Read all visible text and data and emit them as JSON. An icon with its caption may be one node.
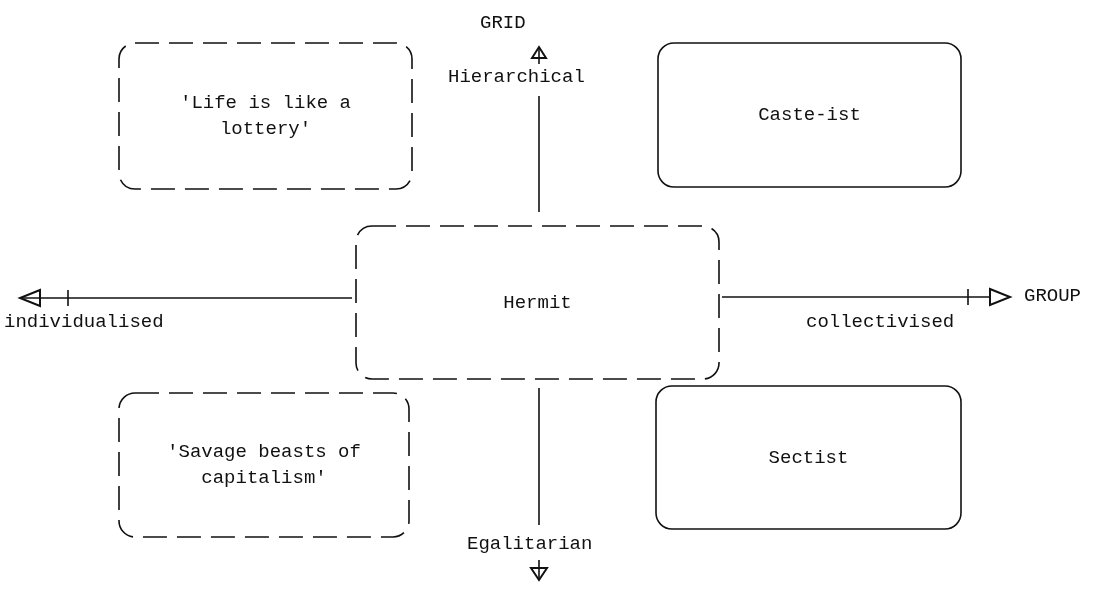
{
  "diagram": {
    "nodes": [
      {
        "text": [
          "'Life is like a lottery'"
        ]
      },
      {
        "text": [
          "Caste-ist"
        ]
      },
      {
        "text": [
          "Hermit"
        ]
      },
      {
        "text": [
          "'Savage beasts of capitalism'"
        ]
      },
      {
        "text": [
          "Sectist"
        ]
      }
    ],
    "labels": [
      "GRID",
      "Hierarchical",
      "individualised",
      "GROUP",
      "collectivised",
      "Egalitarian"
    ]
  }
}
